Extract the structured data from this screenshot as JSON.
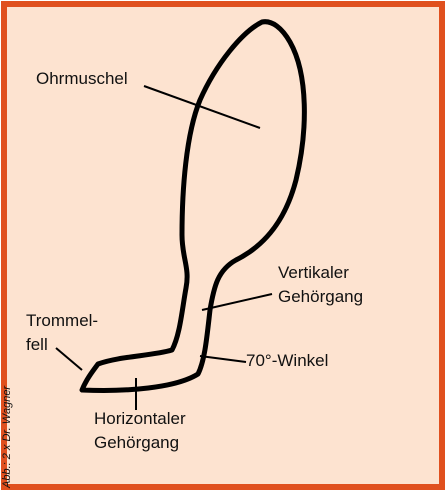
{
  "colors": {
    "background": "#fde3d0",
    "border": "#e0501e",
    "outline": "#000000",
    "text": "#111111"
  },
  "labels": {
    "ohrmuschel": "Ohrmuschel",
    "vertikaler_line1": "Vertikaler",
    "vertikaler_line2": "Gehörgang",
    "trommelfell_line1": "Trommel-",
    "trommelfell_line2": "fell",
    "winkel": "70°-Winkel",
    "horizontaler_line1": "Horizontaler",
    "horizontaler_line2": "Gehörgang"
  },
  "credit": "Abb.: 2 x Dr. Wagner"
}
